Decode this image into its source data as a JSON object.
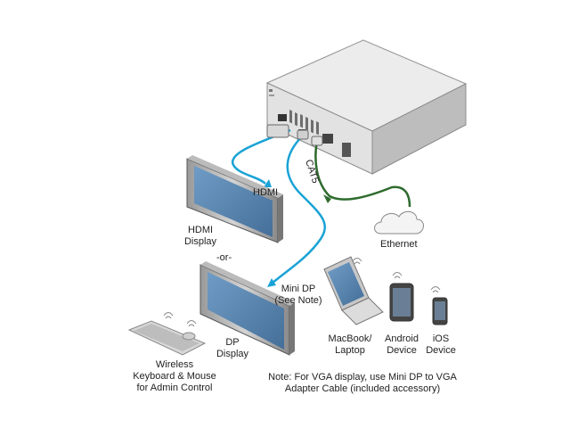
{
  "colors": {
    "hdmi_cable": "#1aa3d6",
    "cat5_cable": "#2e6b2e",
    "screen": "#5a86b0",
    "device_body": "#e6e6e6"
  },
  "labels": {
    "hdmi_cable": "HDMI",
    "hdmi_display_line1": "HDMI",
    "hdmi_display_line2": "Display",
    "or": "-or-",
    "minidp_line1": "Mini DP",
    "minidp_line2": "(See Note)",
    "dp_display_line1": "DP",
    "dp_display_line2": "Display",
    "cat5": "CAT5",
    "ethernet": "Ethernet",
    "macbook_line1": "MacBook/",
    "macbook_line2": "Laptop",
    "android_line1": "Android",
    "android_line2": "Device",
    "ios_line1": "iOS",
    "ios_line2": "Device",
    "keyboard_line1": "Wireless",
    "keyboard_line2": "Keyboard & Mouse",
    "keyboard_line3": "for Admin Control",
    "note_line1": "Note: For VGA display, use Mini DP to VGA",
    "note_line2": "Adapter Cable (included accessory)"
  }
}
